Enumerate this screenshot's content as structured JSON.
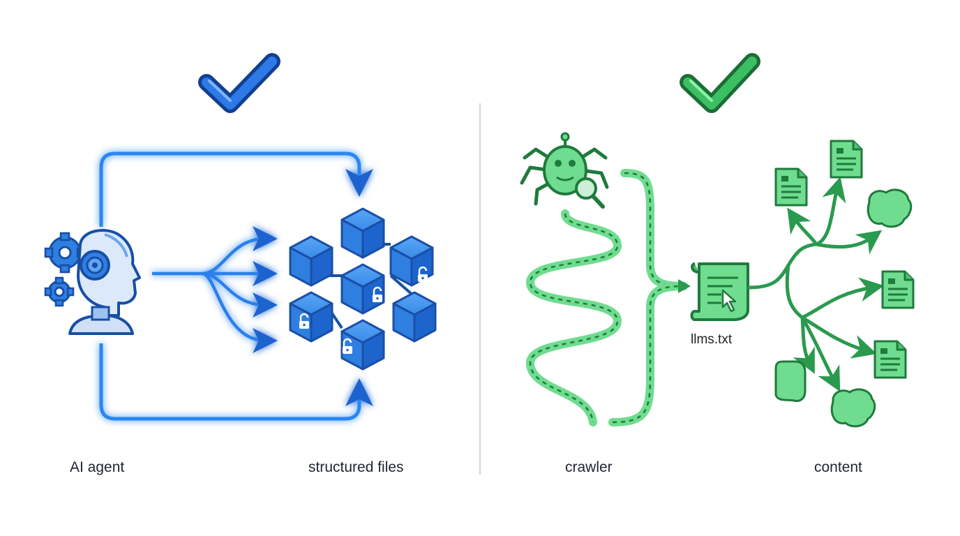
{
  "left_panel": {
    "source_label": "AI agent",
    "target_label": "structured files",
    "check_color": "#1f6fd8",
    "accent_color": "#2f86f0",
    "icons": [
      "check-icon",
      "ai-agent-head-icon",
      "gear-icon",
      "cube-cluster-icon",
      "padlock-icon"
    ]
  },
  "right_panel": {
    "source_label": "crawler",
    "file_label": "llms.txt",
    "target_label": "content",
    "check_color": "#2fae5a",
    "accent_color": "#4fcf7a",
    "icons": [
      "check-icon",
      "spider-robot-icon",
      "magnifier-icon",
      "document-scroll-icon",
      "cursor-icon",
      "document-icon",
      "blob-icon"
    ]
  },
  "divider_color": "#d6d6d6"
}
